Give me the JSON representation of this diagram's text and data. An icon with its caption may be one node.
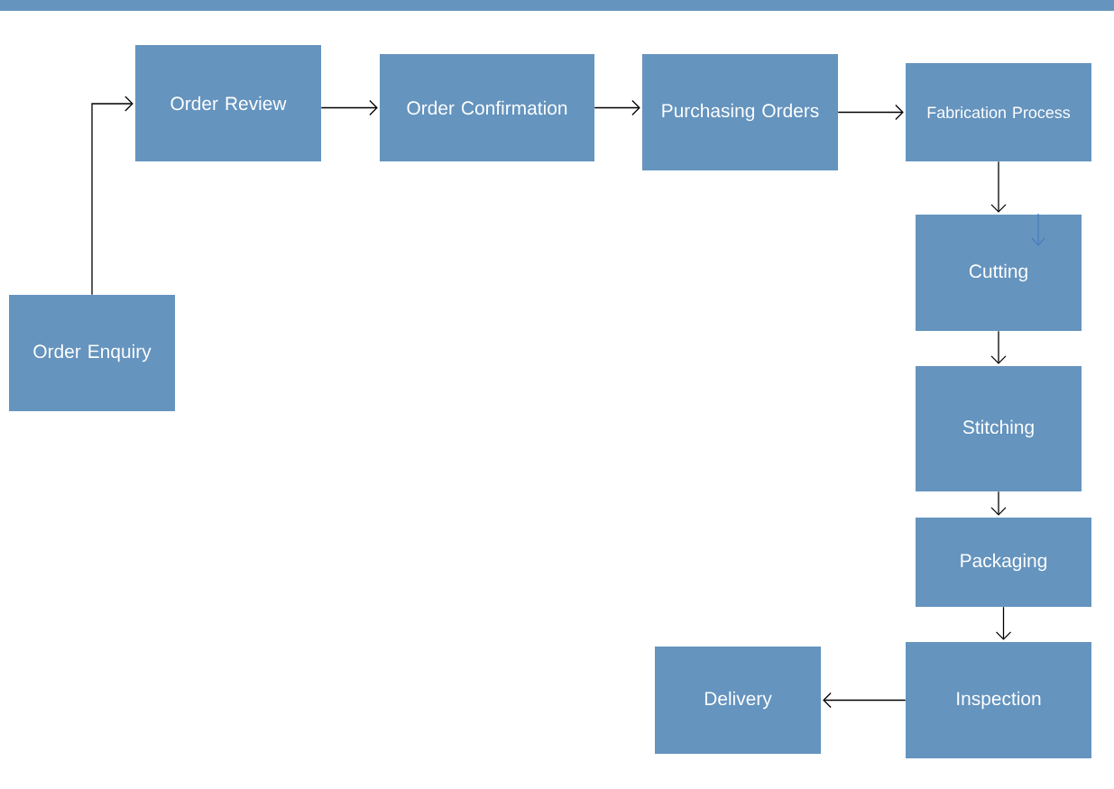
{
  "diagram": {
    "nodes": [
      {
        "text": [
          "Order Enquiry"
        ]
      },
      {
        "text": [
          "Order Review"
        ]
      },
      {
        "text": [
          "Order Confirmation"
        ]
      },
      {
        "text": [
          "Purchasing Orders"
        ]
      },
      {
        "text": [
          "Fabrication Process"
        ]
      },
      {
        "text": [
          "Cutting"
        ]
      },
      {
        "text": [
          "Stitching"
        ]
      },
      {
        "text": [
          "Packaging"
        ]
      },
      {
        "text": [
          "Inspection"
        ]
      },
      {
        "text": [
          "Delivery"
        ]
      }
    ],
    "edges": [
      {
        "from": 0,
        "to": 1,
        "arrow": "to"
      },
      {
        "from": 1,
        "to": 2,
        "arrow": "to"
      },
      {
        "from": 2,
        "to": 3,
        "arrow": "to"
      },
      {
        "from": 3,
        "to": 4,
        "arrow": "to"
      },
      {
        "from": 4,
        "to": 5,
        "arrow": "to"
      },
      {
        "from": 5,
        "to": 6,
        "arrow": "to"
      },
      {
        "from": 6,
        "to": 7,
        "arrow": "to"
      },
      {
        "from": 7,
        "to": 8,
        "arrow": "to"
      },
      {
        "from": 8,
        "to": 9,
        "arrow": "to"
      }
    ]
  }
}
